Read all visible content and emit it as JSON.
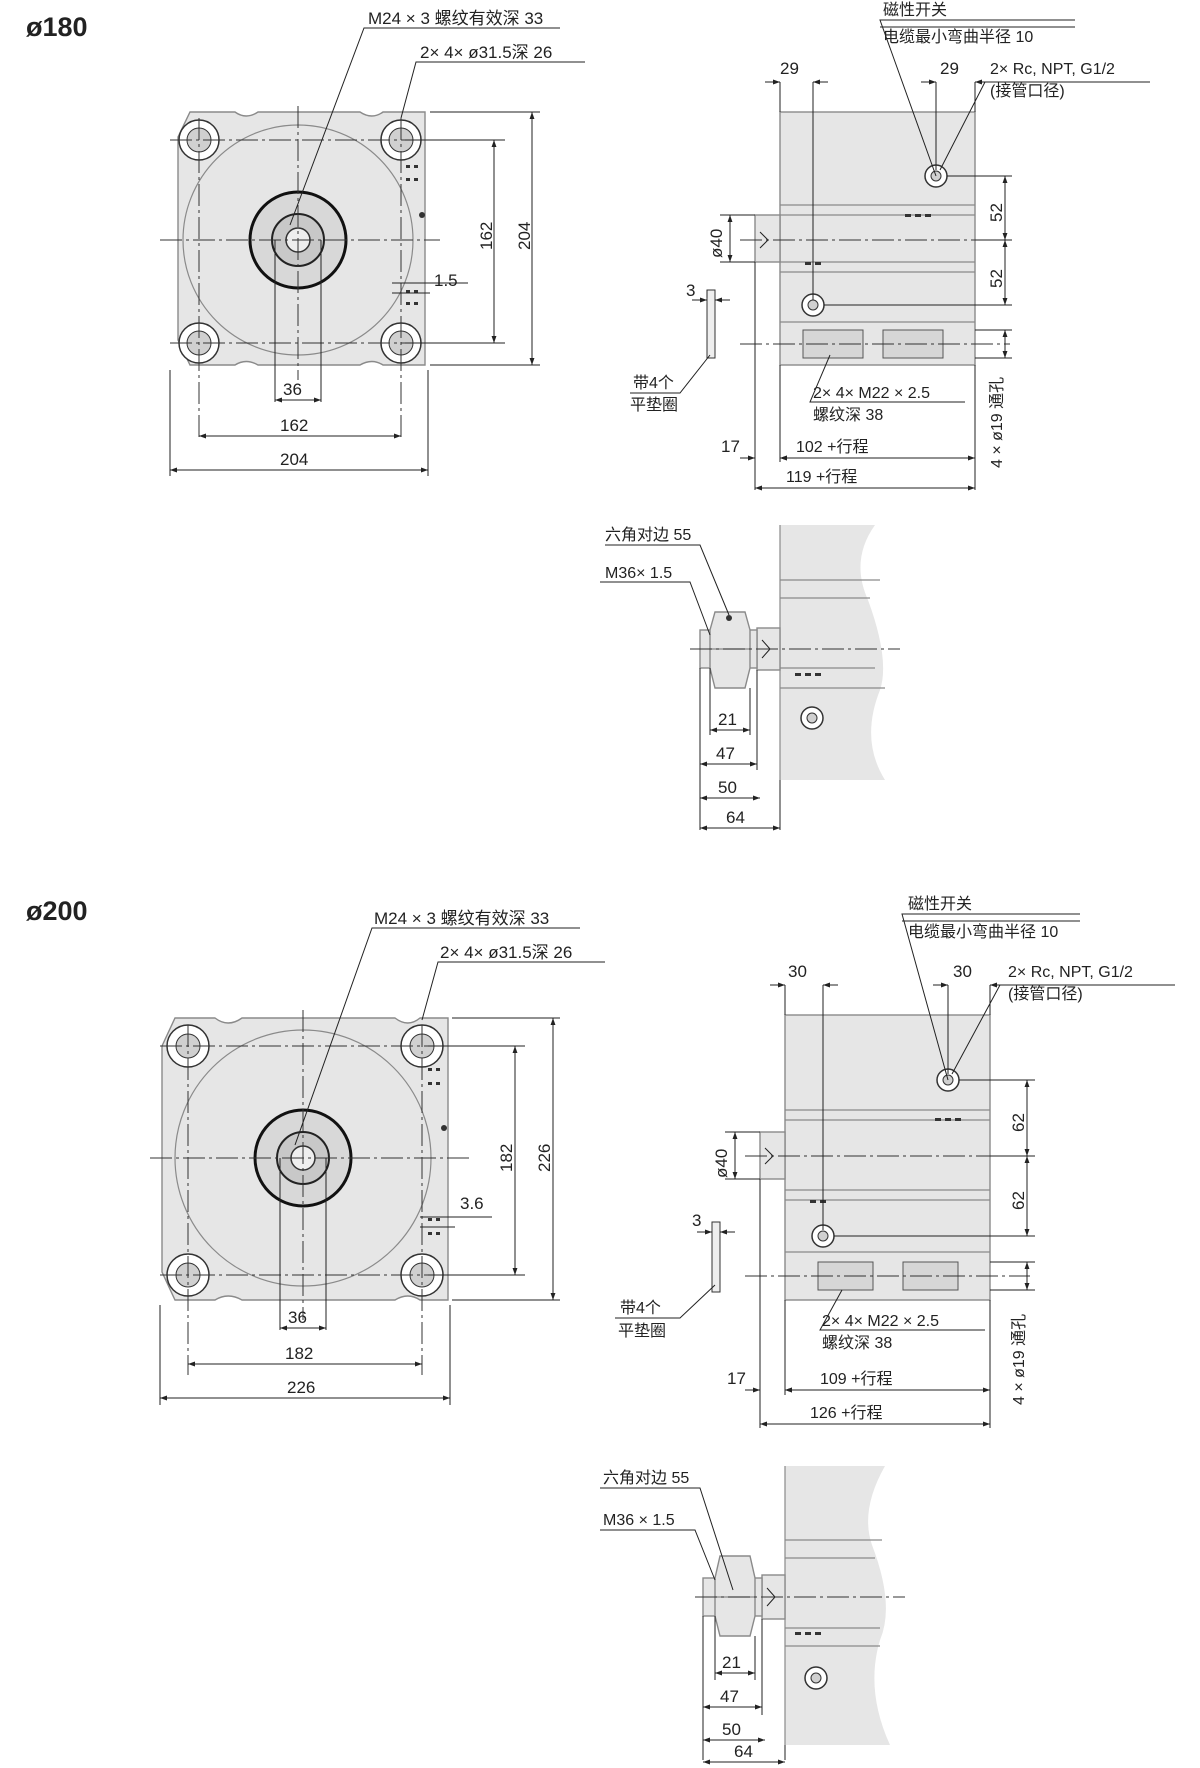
{
  "views": [
    {
      "size_label": "ø180",
      "front": {
        "callout_thread": "M24 × 3 螺纹有效深 33",
        "callout_holes": "2× 4× ø31.5深 26",
        "dim_pitch_v": "162",
        "dim_overall_v": "204",
        "dim_offset": "1.5",
        "dim_rod": "36",
        "dim_pitch_h": "162",
        "dim_overall_h": "204"
      },
      "side": {
        "switch_line1": "磁性开关",
        "switch_line2": "电缆最小弯曲半径 10",
        "port_line1": "2× Rc, NPT, G1/2",
        "port_line2": "(接管口径)",
        "dim_left_port": "29",
        "dim_right_port": "29",
        "dim_rod_dia": "ø40",
        "dim_port_pitch_a": "52",
        "dim_port_pitch_b": "52",
        "dim_washer": "3",
        "washer_line1": "带4个",
        "washer_line2": "平垫圈",
        "mount_line1": "2× 4× M22 × 2.5",
        "mount_line2": "螺纹深 38",
        "dim_through_hole": "4 × ø19 通孔",
        "dim_rod_ext": "17",
        "dim_body_len": "102 +行程",
        "dim_total_len": "119 +行程"
      },
      "detail": {
        "hex_label": "六角对边 55",
        "thread_label": "M36× 1.5",
        "dim_21": "21",
        "dim_47": "47",
        "dim_50": "50",
        "dim_64": "64"
      }
    },
    {
      "size_label": "ø200",
      "front": {
        "callout_thread": "M24 × 3 螺纹有效深 33",
        "callout_holes": "2× 4× ø31.5深 26",
        "dim_pitch_v": "182",
        "dim_overall_v": "226",
        "dim_offset": "3.6",
        "dim_rod": "36",
        "dim_pitch_h": "182",
        "dim_overall_h": "226"
      },
      "side": {
        "switch_line1": "磁性开关",
        "switch_line2": "电缆最小弯曲半径 10",
        "port_line1": "2× Rc, NPT, G1/2",
        "port_line2": "(接管口径)",
        "dim_left_port": "30",
        "dim_right_port": "30",
        "dim_rod_dia": "ø40",
        "dim_port_pitch_a": "62",
        "dim_port_pitch_b": "62",
        "dim_washer": "3",
        "washer_line1": "带4个",
        "washer_line2": "平垫圈",
        "mount_line1": "2× 4× M22 × 2.5",
        "mount_line2": "螺纹深 38",
        "dim_through_hole": "4 × ø19 通孔",
        "dim_rod_ext": "17",
        "dim_body_len": "109 +行程",
        "dim_total_len": "126 +行程"
      },
      "detail": {
        "hex_label": "六角对边 55",
        "thread_label": "M36 × 1.5",
        "dim_21": "21",
        "dim_47": "47",
        "dim_50": "50",
        "dim_64": "64"
      }
    }
  ]
}
